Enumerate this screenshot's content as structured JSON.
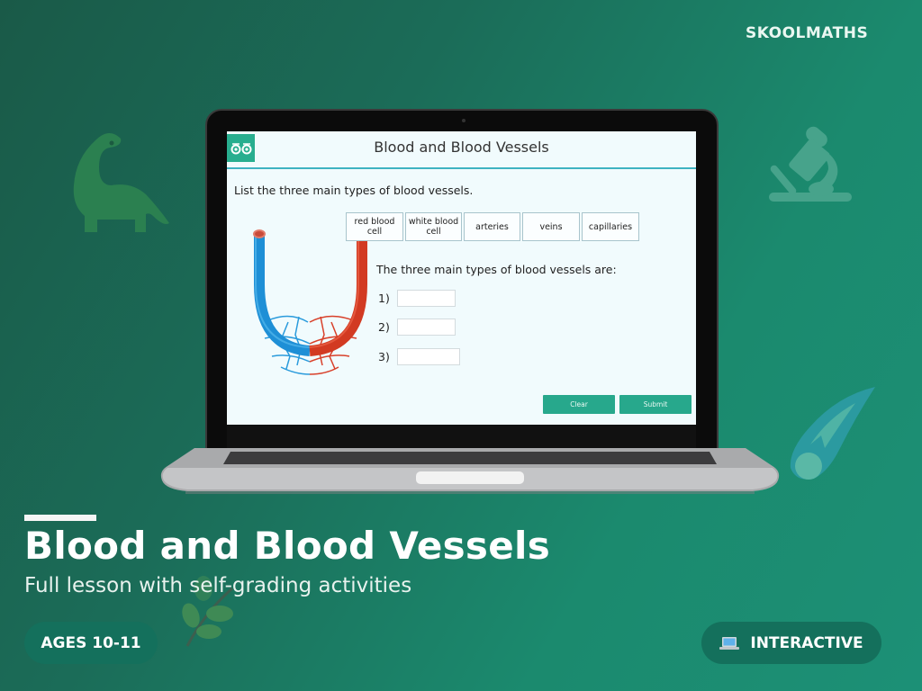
{
  "brand": {
    "name": "SKOOLMATHS"
  },
  "lesson_screen": {
    "title": "Blood and Blood Vessels",
    "logo_icon": "owl-eyes-icon",
    "prompt": "List the three main types of blood vessels.",
    "word_bank": [
      {
        "line1": "red blood",
        "line2": "cell"
      },
      {
        "line1": "white blood",
        "line2": "cell"
      },
      {
        "line1": "arteries",
        "line2": ""
      },
      {
        "line1": "veins",
        "line2": ""
      },
      {
        "line1": "capillaries",
        "line2": ""
      }
    ],
    "statement": "The three main types of blood vessels are:",
    "answers": [
      {
        "label": "1)",
        "value": ""
      },
      {
        "label": "2)",
        "value": ""
      },
      {
        "label": "3)",
        "value": ""
      }
    ],
    "buttons": {
      "clear": "Clear",
      "submit": "Submit"
    },
    "colors": {
      "accent": "#27a88c",
      "header_line": "#3fb3c2",
      "vein": "#2a9bdc",
      "artery": "#d8402a"
    }
  },
  "promo": {
    "title": "Blood and Blood Vessels",
    "subtitle": "Full lesson with self-grading activities",
    "age_badge": "AGES 10-11",
    "type_badge": "INTERACTIVE",
    "type_icon": "laptop-icon"
  }
}
